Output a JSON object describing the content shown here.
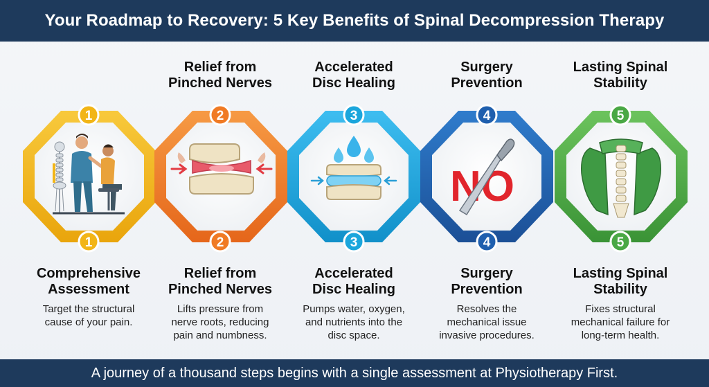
{
  "header": {
    "title": "Your Roadmap to Recovery: 5 Key Benefits of Spinal Decompression Therapy"
  },
  "footer": {
    "text": "A journey of a thousand steps begins with a single assessment at Physiotherapy First."
  },
  "steps": [
    {
      "number": "1",
      "top_title": "",
      "title_line1": "Comprehensive",
      "title_line2": "Assessment",
      "desc_line1": "Target the structural",
      "desc_line2": "cause of your pain.",
      "desc_line3": "",
      "color": "#f2b516",
      "icon": "assessment-icon"
    },
    {
      "number": "2",
      "top_title": "Relief from Pinched Nerves",
      "top_line1": "Relief from",
      "top_line2": "Pinched Nerves",
      "title_line1": "Relief from",
      "title_line2": "Pinched Nerves",
      "desc_line1": "Lifts pressure from",
      "desc_line2": "nerve roots, reducing",
      "desc_line3": "pain and numbness.",
      "color": "#f07a24",
      "icon": "pinched-disc-icon"
    },
    {
      "number": "3",
      "top_line1": "Accelerated",
      "top_line2": "Disc Healing",
      "title_line1": "Accelerated",
      "title_line2": "Disc Healing",
      "desc_line1": "Pumps water, oxygen,",
      "desc_line2": "and nutrients into the",
      "desc_line3": "disc space.",
      "color": "#1ba6dc",
      "icon": "hydrated-disc-icon"
    },
    {
      "number": "4",
      "top_line1": "Surgery",
      "top_line2": "Prevention",
      "title_line1": "Surgery",
      "title_line2": "Prevention",
      "desc_line1": "Resolves the",
      "desc_line2": "mechanical issue",
      "desc_line3": "invasive procedures.",
      "icon_text": "NO",
      "color": "#1f5fae",
      "icon": "no-scalpel-icon"
    },
    {
      "number": "5",
      "top_line1": "Lasting Spinal",
      "top_line2": "Stability",
      "title_line1": "Lasting Spinal",
      "title_line2": "Stability",
      "desc_line1": "Fixes structural",
      "desc_line2": "mechanical failure for",
      "desc_line3": "long-term health.",
      "color": "#4aa845",
      "icon": "spine-muscles-icon"
    }
  ]
}
